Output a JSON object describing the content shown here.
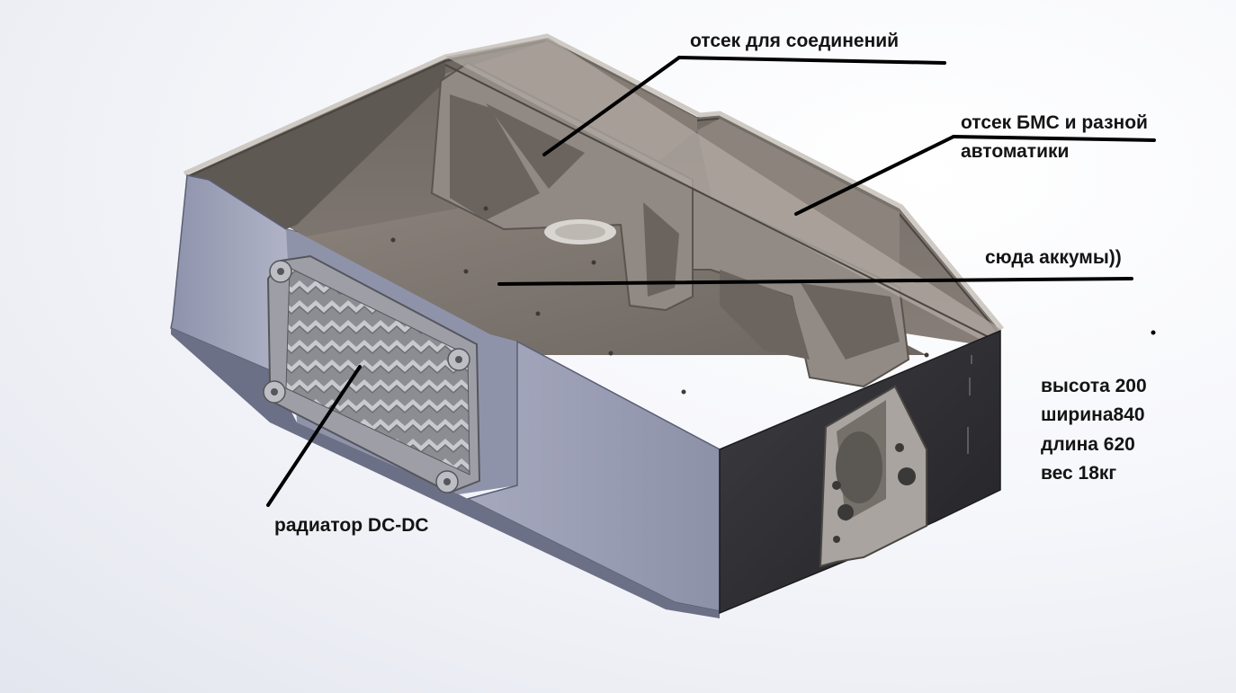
{
  "annotations": {
    "connections_bay": "отсек  для соединений",
    "bms_bay_line1": "отсек БМС и разной",
    "bms_bay_line2": "автоматики",
    "batteries": "сюда аккумы))",
    "radiator": "радиатор DC-DC"
  },
  "specs": {
    "height": "высота 200",
    "width": "ширина840",
    "length": "длина 620",
    "weight": "вес 18кг"
  },
  "colors": {
    "annotation_line": "#000000",
    "text": "#141414",
    "steel_interior": "#7d756f",
    "steel_dark": "#2e2e33",
    "side_panel": "#9a9eb6",
    "radiator": "#a9aab0"
  }
}
